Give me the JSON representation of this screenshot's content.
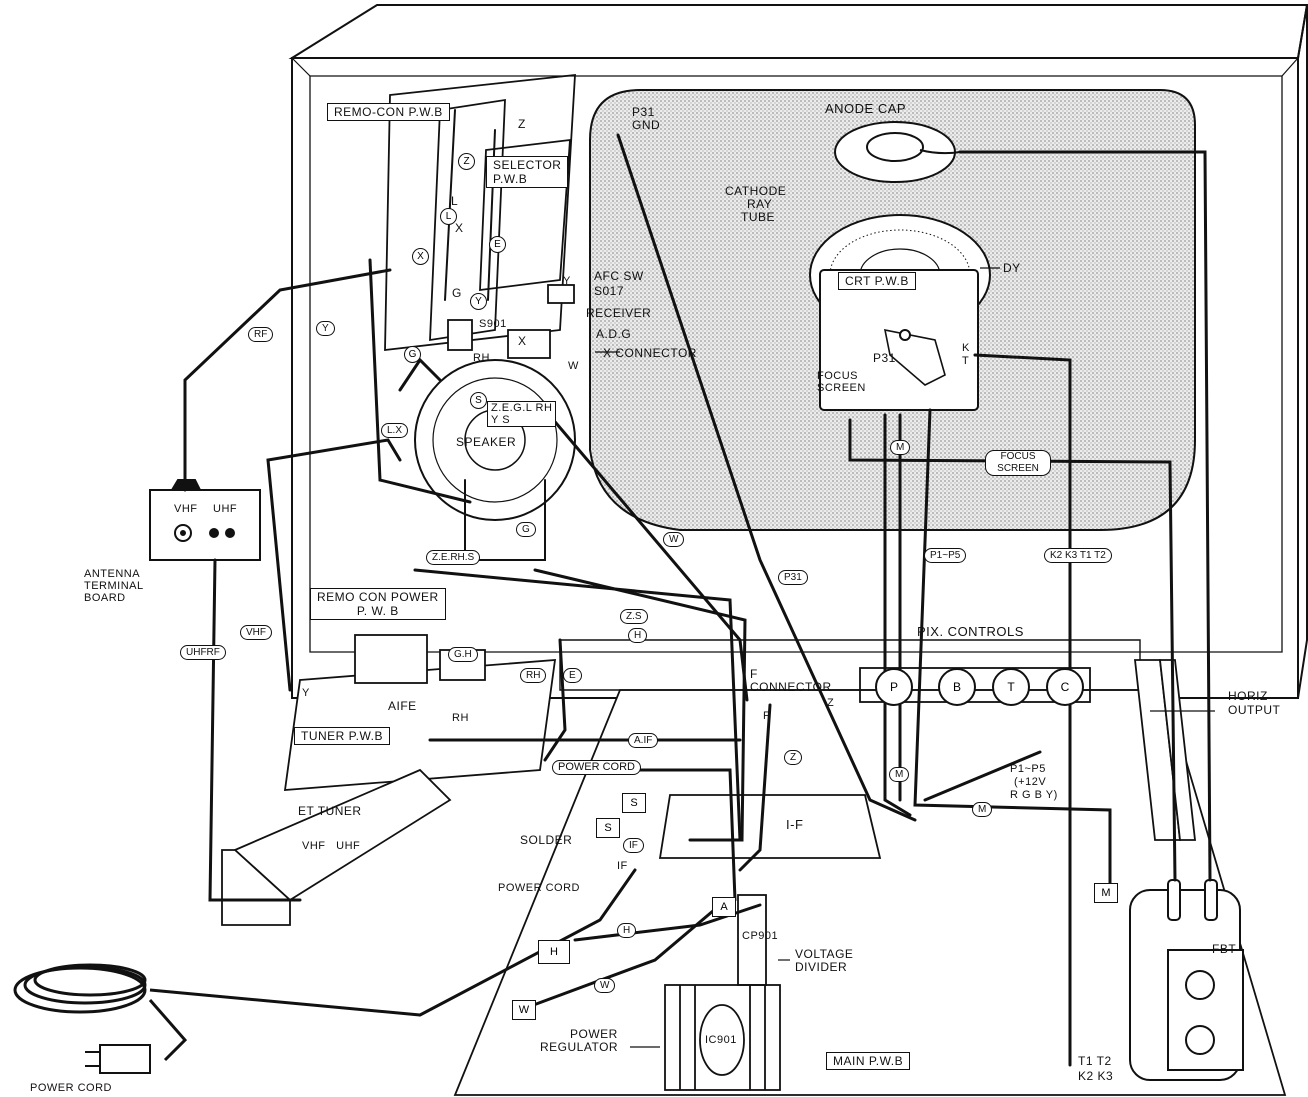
{
  "labels": {
    "remocon_pwb": "REMO-CON P.W.B",
    "selector_pwb_1": "SELECTOR",
    "selector_pwb_2": "P.W.B",
    "p31_gnd_1": "P31",
    "p31_gnd_2": "GND",
    "anode_cap": "ANODE CAP",
    "crt_1": "CATHODE",
    "crt_2": "RAY",
    "crt_3": "TUBE",
    "crt_pwb": "CRT P.W.B",
    "dy": "DY",
    "afc_sw": "AFC SW",
    "s017": "S017",
    "receiver": "RECEIVER",
    "s901": "S901",
    "adg": "A.D.G",
    "x_connector": "X CONNECTOR",
    "focus_screen_1": "FOCUS",
    "focus_screen_2": "SCREEN",
    "p31": "P31",
    "speaker": "SPEAKER",
    "zegl_rh": "Z.E.G.L RH",
    "ys": "Y S",
    "antenna_1": "ANTENNA",
    "antenna_2": "TERMINAL",
    "antenna_3": "BOARD",
    "vhf": "VHF",
    "uhf": "UHF",
    "remocon_power_1": "REMO CON POWER",
    "remocon_power_2": "P. W. B",
    "tuner_pwb": "TUNER P.W.B",
    "aife": "AIFE",
    "et_tuner": "ET TUNER",
    "tuner_vhf_uhf": "VHF   UHF",
    "pix_controls": "PIX. CONTROLS",
    "horiz_output_1": "HORIZ",
    "horiz_output_2": "OUTPUT",
    "f_connector_1": "F",
    "f_connector_2": "CONNECTOR",
    "i_f": "I-F",
    "power_cord_tag": "POWER CORD",
    "solder": "SOLDER",
    "if_small": "IF",
    "power_cord_mid": "POWER CORD",
    "cp901": "CP901",
    "voltage_divider_1": "VOLTAGE",
    "voltage_divider_2": "DIVIDER",
    "power_regulator_1": "POWER",
    "power_regulator_2": "REGULATOR",
    "ic901": "IC901",
    "main_pwb": "MAIN P.W.B",
    "fbt": "FBT",
    "t1t2": "T1 T2",
    "k2k3": "K2 K3",
    "p1p5_volt_1": "P1~P5",
    "p1p5_volt_2": "(+12V",
    "p1p5_volt_3": "R G B Y)",
    "power_cord_bottom": "POWER CORD",
    "k_t": "K T"
  },
  "wire_tags": {
    "rf": "RF",
    "y": "Y",
    "lx": "L.X",
    "zerhs": "Z.E.RH.S",
    "vhf": "VHF",
    "uhfrf": "UHFRF",
    "gh": "G.H",
    "rh": "RH",
    "e": "E",
    "zs": "Z.S",
    "h": "H",
    "aif": "A.IF",
    "p31": "P31",
    "w": "W",
    "g": "G",
    "p1p5": "P1~P5",
    "k2k3t1t2": "K2 K3 T1 T2",
    "focus_screen": "FOCUS SCREEN",
    "z": "Z",
    "m": "M",
    "if": "IF",
    "s": "S"
  },
  "connectors": {
    "z": "Z",
    "l": "L",
    "x": "X",
    "e": "E",
    "g": "G",
    "y": "Y",
    "s": "S",
    "rh": "RH",
    "a": "A",
    "h": "H",
    "w": "W",
    "m": "M",
    "f": "F"
  },
  "pix_knobs": [
    "P",
    "B",
    "T",
    "C"
  ]
}
